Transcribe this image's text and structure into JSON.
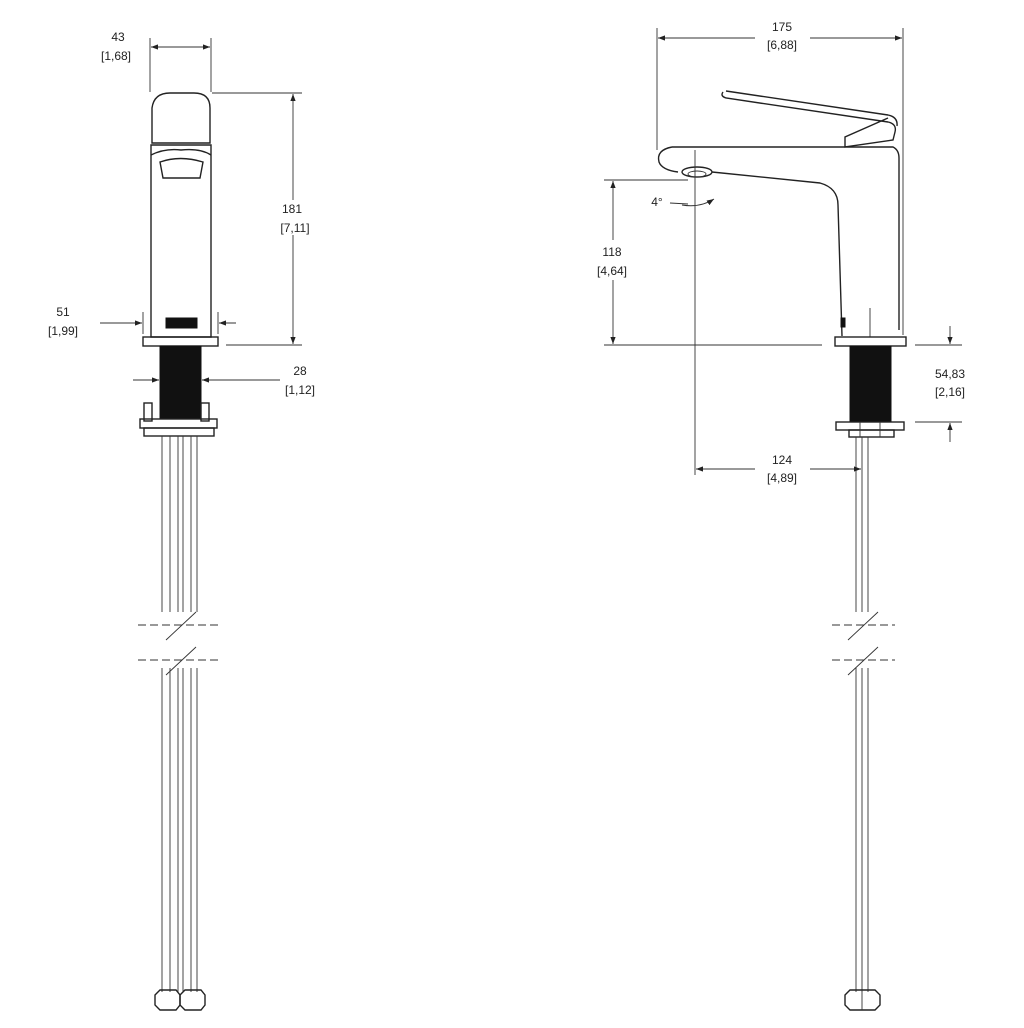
{
  "front_view": {
    "width": {
      "mm": "43",
      "in": "[1,68]"
    },
    "height": {
      "mm": "181",
      "in": "[7,11]"
    },
    "body_width": {
      "mm": "51",
      "in": "[1,99]"
    },
    "shank_diameter": {
      "mm": "28",
      "in": "[1,12]"
    }
  },
  "side_view": {
    "overall_length": {
      "mm": "175",
      "in": "[6,88]"
    },
    "spout_angle": "4°",
    "spout_height": {
      "mm": "118",
      "in": "[4,64]"
    },
    "max_deck_thickness": {
      "mm": "54,83",
      "in": "[2,16]"
    },
    "spout_reach": {
      "mm": "124",
      "in": "[4,89]"
    }
  }
}
